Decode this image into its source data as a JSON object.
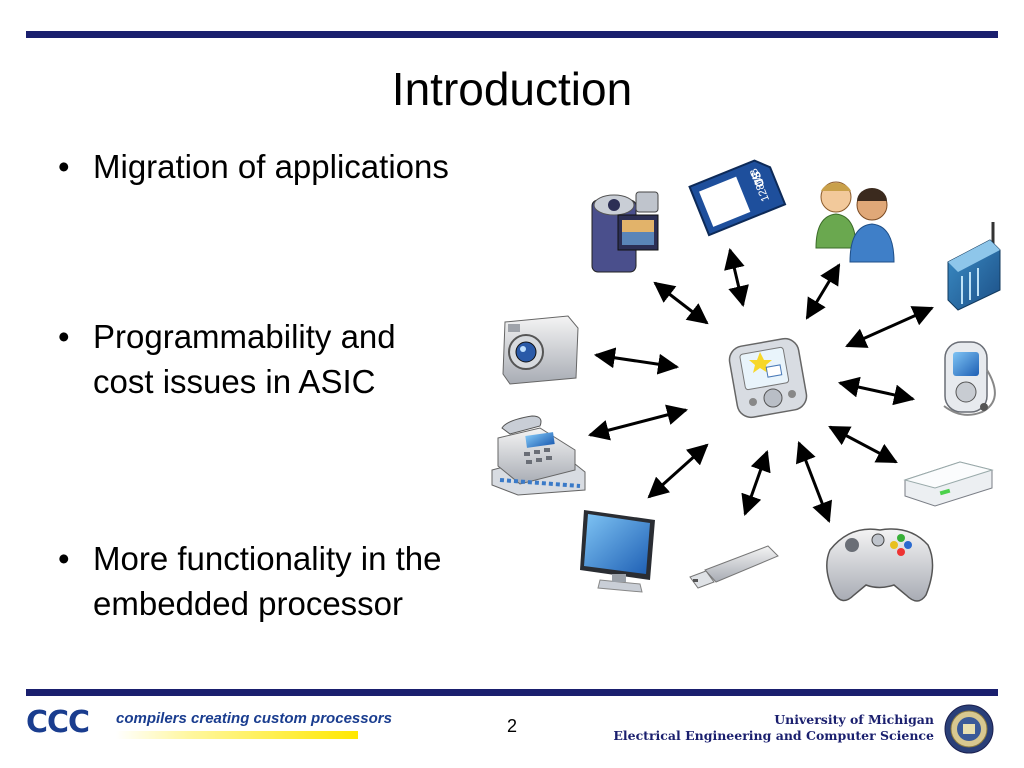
{
  "slide": {
    "title": "Introduction",
    "bullets": [
      "Migration of applications",
      "Programmability and\ncost issues in ASIC",
      "More functionality in the\nembedded processor"
    ],
    "page_number": "2"
  },
  "diagram": {
    "center": "pda-icon",
    "devices": [
      "camcorder-icon",
      "sd-card-icon",
      "users-icon",
      "router-icon",
      "camera-icon",
      "mp3-player-icon",
      "telephone-icon",
      "external-drive-icon",
      "monitor-icon",
      "usb-drive-icon",
      "game-controller-icon"
    ],
    "sd_card_text": "128MB",
    "sd_logo": "SD"
  },
  "footer": {
    "logo_text": "CCC",
    "tagline": "compilers creating custom processors",
    "university": "University of Michigan",
    "department": "Electrical Engineering and Computer Science"
  },
  "colors": {
    "rule": "#1a1f6e",
    "logo_blue": "#1a3d8f",
    "logo_yellow": "#ffe800"
  }
}
